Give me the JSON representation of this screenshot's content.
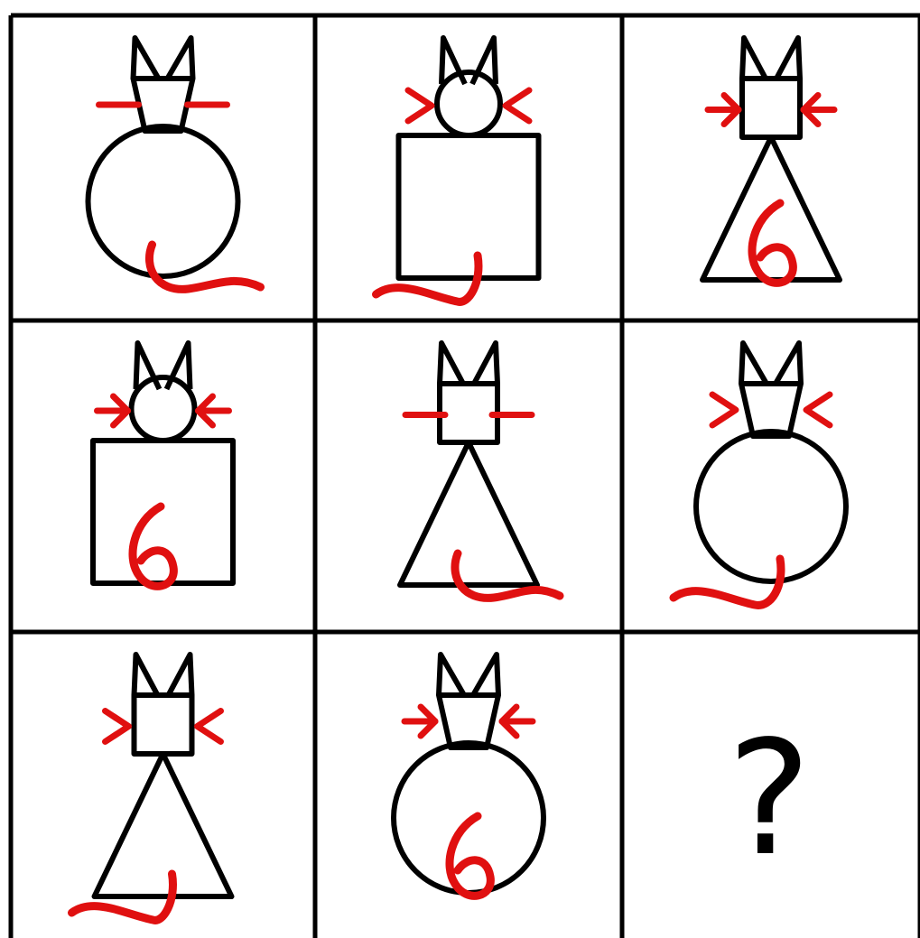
{
  "colors": {
    "background": "#ffffff",
    "outline": "#000000",
    "accent": "#e01010"
  },
  "puzzle": {
    "rows": 3,
    "cols": 3,
    "cells": [
      {
        "row": 0,
        "col": 0,
        "head": "trapezoid",
        "body": "circle",
        "whiskers": "straight",
        "tail": "wave"
      },
      {
        "row": 0,
        "col": 1,
        "head": "circle",
        "body": "square",
        "whiskers": "outward-arrows",
        "tail": "wave"
      },
      {
        "row": 0,
        "col": 2,
        "head": "square",
        "body": "triangle",
        "whiskers": "inward-arrows",
        "tail": "curl"
      },
      {
        "row": 1,
        "col": 0,
        "head": "circle",
        "body": "square",
        "whiskers": "inward-arrows",
        "tail": "curl"
      },
      {
        "row": 1,
        "col": 1,
        "head": "square",
        "body": "triangle",
        "whiskers": "straight",
        "tail": "wave"
      },
      {
        "row": 1,
        "col": 2,
        "head": "trapezoid",
        "body": "circle",
        "whiskers": "outward-arrows",
        "tail": "wave"
      },
      {
        "row": 2,
        "col": 0,
        "head": "square",
        "body": "triangle",
        "whiskers": "outward-arrows",
        "tail": "wave"
      },
      {
        "row": 2,
        "col": 1,
        "head": "trapezoid",
        "body": "circle",
        "whiskers": "inward-arrows",
        "tail": "curl"
      }
    ],
    "missing_cell": {
      "row": 2,
      "col": 2,
      "label": "?"
    }
  }
}
